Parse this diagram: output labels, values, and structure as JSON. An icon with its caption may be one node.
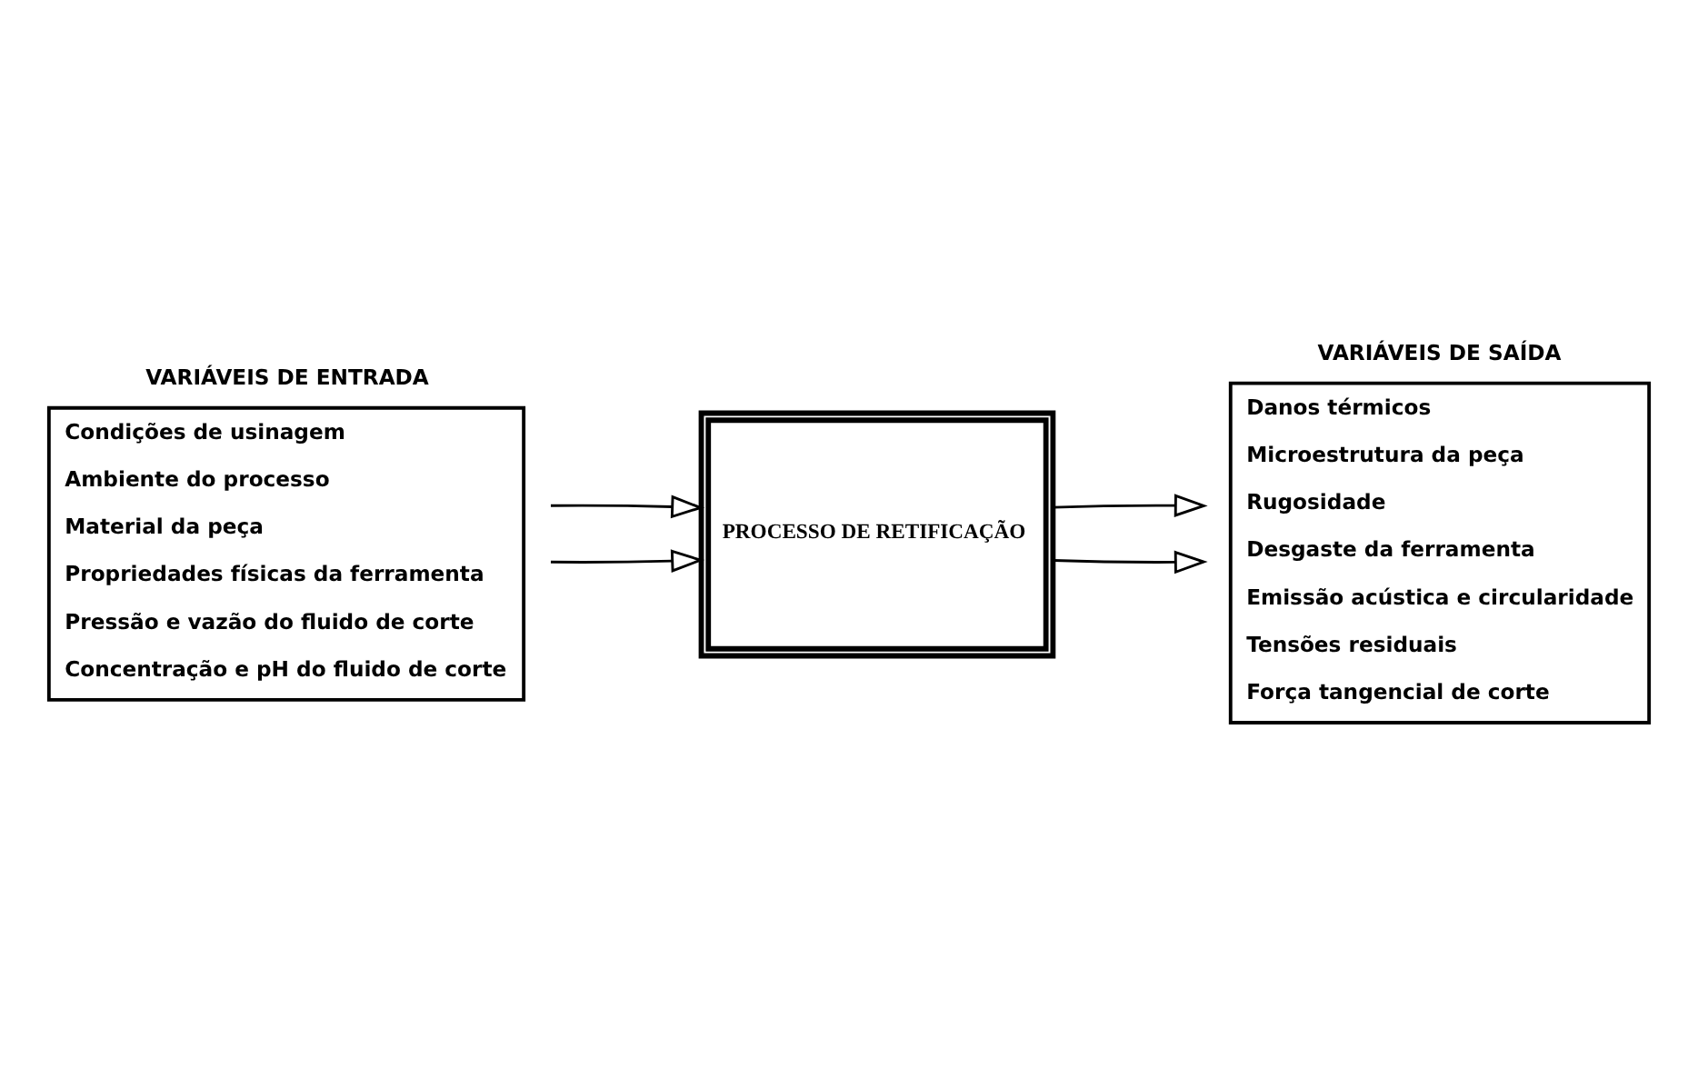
{
  "diagram": {
    "nodes": [
      {
        "text": [
          "VARIÁVEIS DE ENTRADA",
          "Condições de usinagem",
          "Ambiente do processo",
          "Material da peça",
          "Propriedades físicas da ferramenta",
          "Pressão e vazão do fluido de corte",
          "Concentração e pH do fluido de corte"
        ]
      },
      {
        "text": [
          "PROCESSO DE RETIFICAÇÃO"
        ]
      },
      {
        "text": [
          "VARIÁVEIS DE SAÍDA",
          "Danos térmicos",
          "Microestrutura da peça",
          "Rugosidade",
          "Desgaste da ferramenta",
          "Emissão acústica e circularidade",
          "Tensões residuais",
          "Força tangencial de corte"
        ]
      }
    ],
    "edges": [
      {
        "from": 0,
        "to": 1,
        "arrow": "to"
      },
      {
        "from": 0,
        "to": 1,
        "arrow": "to"
      },
      {
        "from": 1,
        "to": 2,
        "arrow": "to"
      },
      {
        "from": 1,
        "to": 2,
        "arrow": "to"
      }
    ]
  }
}
